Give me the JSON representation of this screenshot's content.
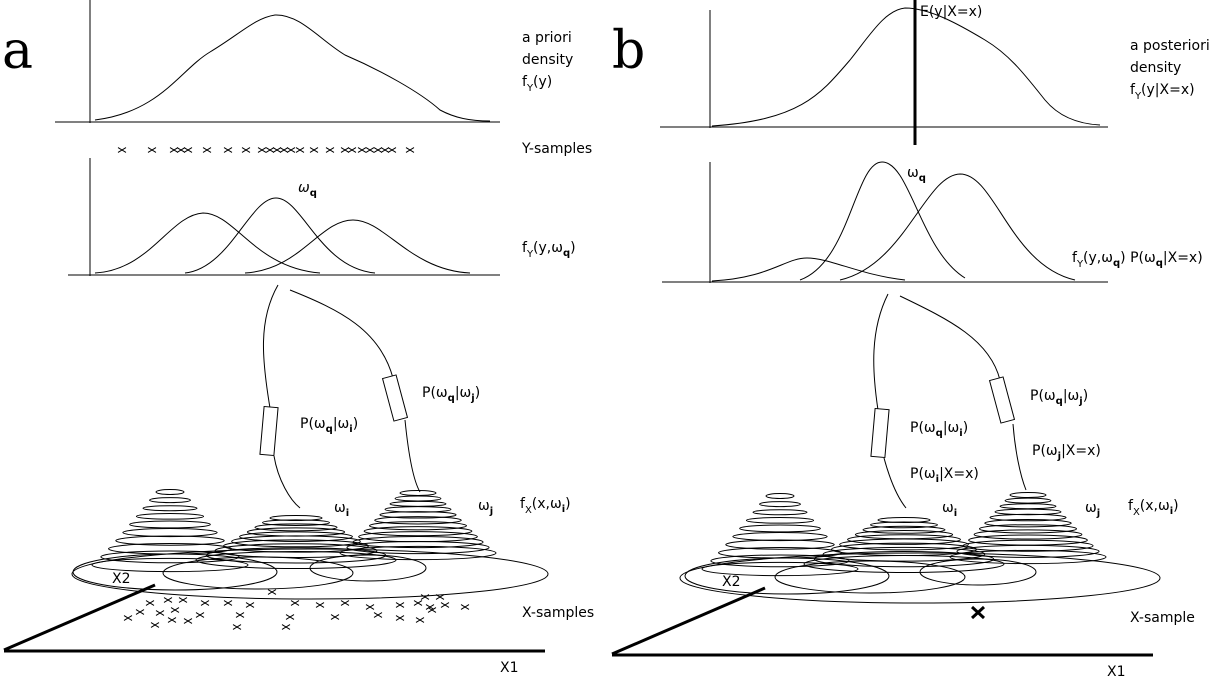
{
  "panels": {
    "a": {
      "letter": "a",
      "prior_label": [
        "a priori",
        "density"
      ],
      "prior_func": {
        "f": "f",
        "sub": "Y",
        "arg": "(y)"
      },
      "y_samples_label": "Y-samples",
      "component_peak_label": {
        "w": "ω",
        "sub": "q"
      },
      "components_func": {
        "f": "f",
        "sub": "Y",
        "arg_pre": "(y,",
        "w": "ω",
        "wsub": "q",
        "arg_post": ")"
      },
      "link_i": {
        "p": "P(",
        "w1": "ω",
        "s1": "q",
        "bar": "|",
        "w2": "ω",
        "s2": "i",
        "close": ")"
      },
      "link_j": {
        "p": "P(",
        "w1": "ω",
        "s1": "q",
        "bar": "|",
        "w2": "ω",
        "s2": "j",
        "close": ")"
      },
      "wi": {
        "w": "ω",
        "sub": "i"
      },
      "wj": {
        "w": "ω",
        "sub": "j"
      },
      "x_func": {
        "f": "f",
        "sub": "X",
        "arg_pre": "(x,",
        "w": "ω",
        "wsub": "i",
        "arg_post": ")"
      },
      "x2": "X2",
      "x1": "X1",
      "x_samples_label": "X-samples"
    },
    "b": {
      "letter": "b",
      "expect_label": "E(y|X=x)",
      "post_label": [
        "a posteriori",
        "density"
      ],
      "post_func": {
        "f": "f",
        "sub": "Y",
        "arg": "(y|X=x)"
      },
      "component_peak_label": {
        "w": "ω",
        "sub": "q"
      },
      "components_func": {
        "f": "f",
        "sub": "Y",
        "arg_pre": "(y,",
        "w": "ω",
        "wsub": "q",
        "arg_mid": ") P(",
        "w2": "ω",
        "w2sub": "q",
        "arg_post": "|X=x)"
      },
      "link_i": {
        "p": "P(",
        "w1": "ω",
        "s1": "q",
        "bar": "|",
        "w2": "ω",
        "s2": "i",
        "close": ")"
      },
      "link_i2": {
        "p": "P(",
        "w": "ω",
        "s": "i",
        "rest": "|X=x)"
      },
      "link_j": {
        "p": "P(",
        "w1": "ω",
        "s1": "q",
        "bar": "|",
        "w2": "ω",
        "s2": "j",
        "close": ")"
      },
      "link_j2": {
        "p": "P(",
        "w": "ω",
        "s": "j",
        "rest": "|X=x)"
      },
      "wi": {
        "w": "ω",
        "sub": "i"
      },
      "wj": {
        "w": "ω",
        "sub": "j"
      },
      "x_func": {
        "f": "f",
        "sub": "X",
        "arg_pre": "(x,",
        "w": "ω",
        "wsub": "i",
        "arg_post": ")"
      },
      "x2": "X2",
      "x1": "X1",
      "x_sample_label": "X-sample"
    }
  }
}
